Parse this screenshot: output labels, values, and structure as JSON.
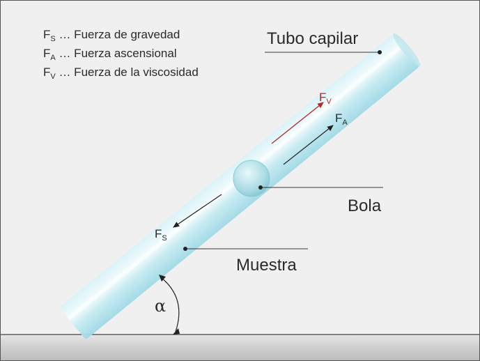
{
  "legend": [
    {
      "symbol": "F",
      "sub": "S",
      "text": " … Fuerza de gravedad"
    },
    {
      "symbol": "F",
      "sub": "A",
      "text": " … Fuerza ascensional"
    },
    {
      "symbol": "F",
      "sub": "V",
      "text": " … Fuerza de la viscosidad"
    }
  ],
  "labels": {
    "tube": "Tubo capilar",
    "ball": "Bola",
    "sample": "Muestra",
    "angle": "α"
  },
  "forces": {
    "viscosity": {
      "symbol": "F",
      "sub": "V",
      "color": "#b22a2a"
    },
    "buoyancy": {
      "symbol": "F",
      "sub": "A",
      "color": "#222222"
    },
    "gravity": {
      "symbol": "F",
      "sub": "S",
      "color": "#222222"
    }
  },
  "colors": {
    "background": "#f0f0f0",
    "tube": "#bfe9f2",
    "ground": "#c9c9c9"
  }
}
